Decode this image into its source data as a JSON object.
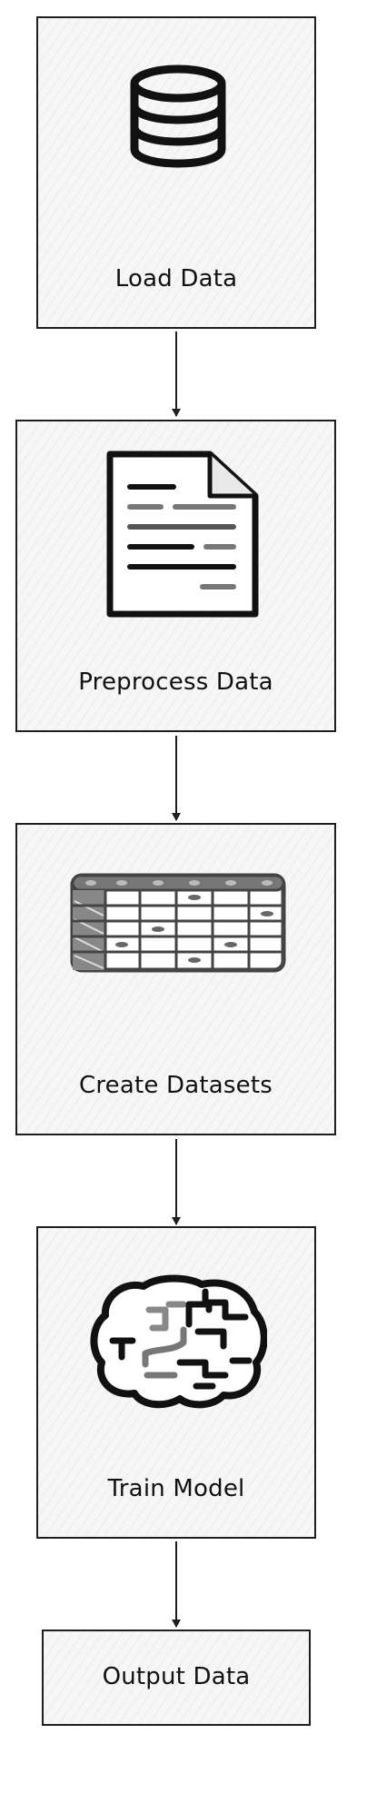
{
  "steps": [
    {
      "label": "Load Data",
      "icon": "database-icon"
    },
    {
      "label": "Preprocess Data",
      "icon": "document-icon"
    },
    {
      "label": "Create Datasets",
      "icon": "table-icon"
    },
    {
      "label": "Train Model",
      "icon": "brain-icon"
    },
    {
      "label": "Output Data",
      "icon": null
    }
  ]
}
